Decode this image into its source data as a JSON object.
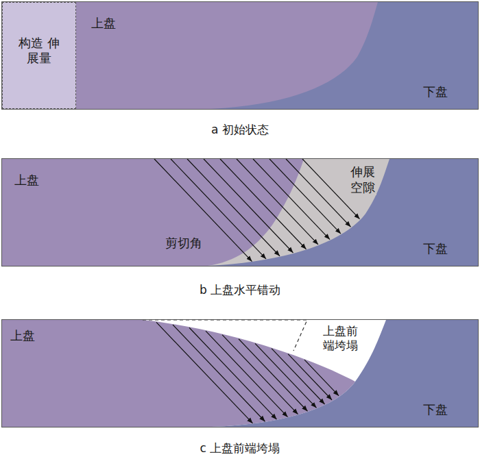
{
  "diagram": {
    "nodes": [
      {
        "text": [
          "上盘",
          "下盘"
        ]
      },
      {
        "text": [
          "构造 伸展量"
        ],
        "in": 0
      },
      {
        "text": [
          "上盘",
          "剪切角",
          "伸展 空隙",
          "下盘"
        ]
      },
      {
        "text": [
          "上盘",
          "上盘前 端垮塌",
          "下盘"
        ]
      }
    ],
    "labels": [
      "a 初始状态",
      "b 上盘水平错动",
      "c 上盘前端垮塌"
    ]
  }
}
